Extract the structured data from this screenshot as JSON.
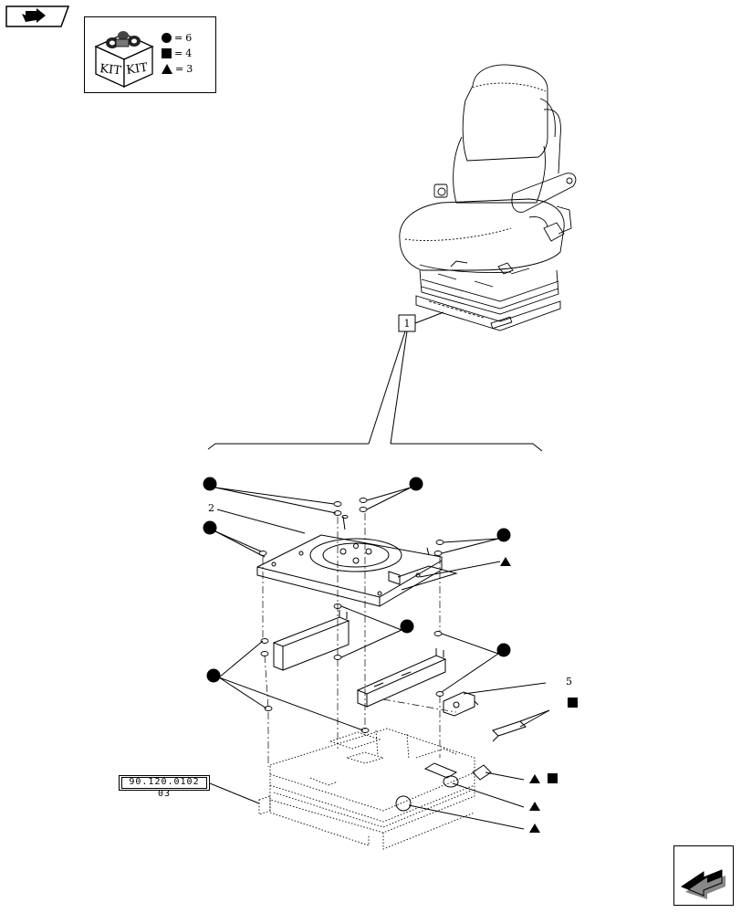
{
  "kit": {
    "badge_text_1": "KIT",
    "badge_text_2": "KIT",
    "legend": [
      {
        "symbol": "circle",
        "equals": "=",
        "count": "6"
      },
      {
        "symbol": "square",
        "equals": "=",
        "count": "4"
      },
      {
        "symbol": "triangle",
        "equals": "=",
        "count": "3"
      }
    ]
  },
  "callouts": {
    "seat_assembly": "1",
    "plate": "2",
    "bracket": "5"
  },
  "reference": {
    "code": "90.120.0102 03"
  },
  "icons": {
    "nav_back": "back-arrow-icon",
    "nav_next": "next-arrow-icon"
  },
  "colors": {
    "line": "#000000",
    "background": "#ffffff"
  }
}
